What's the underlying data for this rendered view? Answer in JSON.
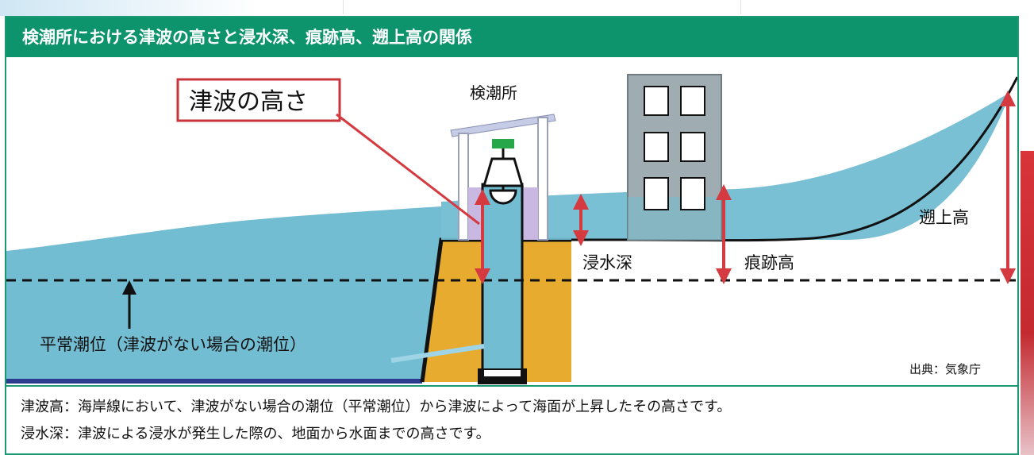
{
  "title": "検潮所における津波の高さと浸水深、痕跡高、遡上高の関係",
  "labels": {
    "tsunami_height": "津波の高さ",
    "tide_station": "検潮所",
    "inundation_depth": "浸水深",
    "trace_height": "痕跡高",
    "runup_height": "遡上高",
    "normal_tide": "平常潮位（津波がない場合の潮位）",
    "source": "出典：気象庁"
  },
  "footer": {
    "line1": "津波高：海岸線において、津波がない場合の潮位（平常潮位）から津波によって海面が上昇したその高さです。",
    "line2": "浸水深：津波による浸水が発生した際の、地面から水面までの高さです。"
  },
  "colors": {
    "title_bg": "#0d946c",
    "water": "#73bdd2",
    "arrow": "#d43a3f",
    "ground": "#e7ac2f",
    "building": "#9fadb2"
  }
}
